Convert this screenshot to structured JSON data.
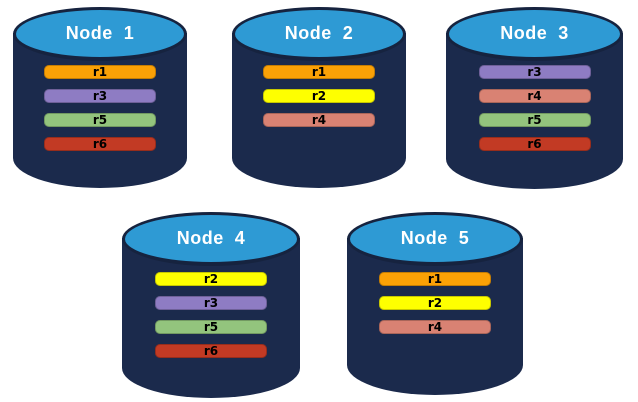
{
  "diagram": {
    "background": "#ffffff",
    "cylinder": {
      "body_color": "#1b2a4c",
      "top_color": "#2e9ad4",
      "rim_color": "#16233f",
      "label_color": "#ffffff"
    },
    "replica_colors": {
      "r1": "#fba106",
      "r2": "#feff00",
      "r3": "#8e7cc3",
      "r4": "#d98273",
      "r5": "#93c47d",
      "r6": "#c23a24"
    },
    "nodes": [
      {
        "label": "Node  1",
        "replicas": [
          "r1",
          "r3",
          "r5",
          "r6"
        ]
      },
      {
        "label": "Node  2",
        "replicas": [
          "r1",
          "r2",
          "r4"
        ]
      },
      {
        "label": "Node  3",
        "replicas": [
          "r3",
          "r4",
          "r5",
          "r6"
        ]
      },
      {
        "label": "Node  4",
        "replicas": [
          "r2",
          "r3",
          "r5",
          "r6"
        ]
      },
      {
        "label": "Node  5",
        "replicas": [
          "r1",
          "r2",
          "r4"
        ]
      }
    ]
  }
}
